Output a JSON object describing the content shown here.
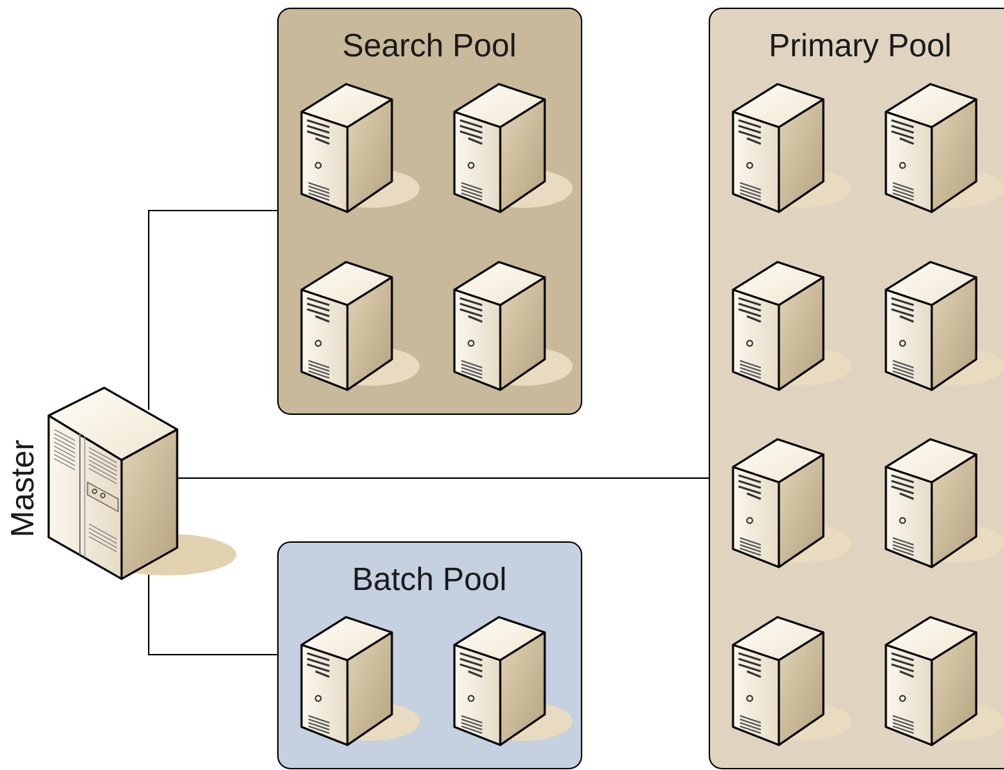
{
  "master": {
    "label": "Master"
  },
  "pools": {
    "search": {
      "title": "Search Pool",
      "server_count": 4,
      "fill_color": "#c8b99a"
    },
    "batch": {
      "title": "Batch Pool",
      "server_count": 2,
      "fill_color": "#c5d0e0"
    },
    "primary": {
      "title": "Primary Pool",
      "server_count": 8,
      "fill_color": "#e0d4c0"
    }
  },
  "colors": {
    "line": "#000000",
    "server_front": "#f3ecdc",
    "server_side": "#c6b696",
    "server_top": "#fbf6ea",
    "shadow": "#e6d8bc"
  }
}
